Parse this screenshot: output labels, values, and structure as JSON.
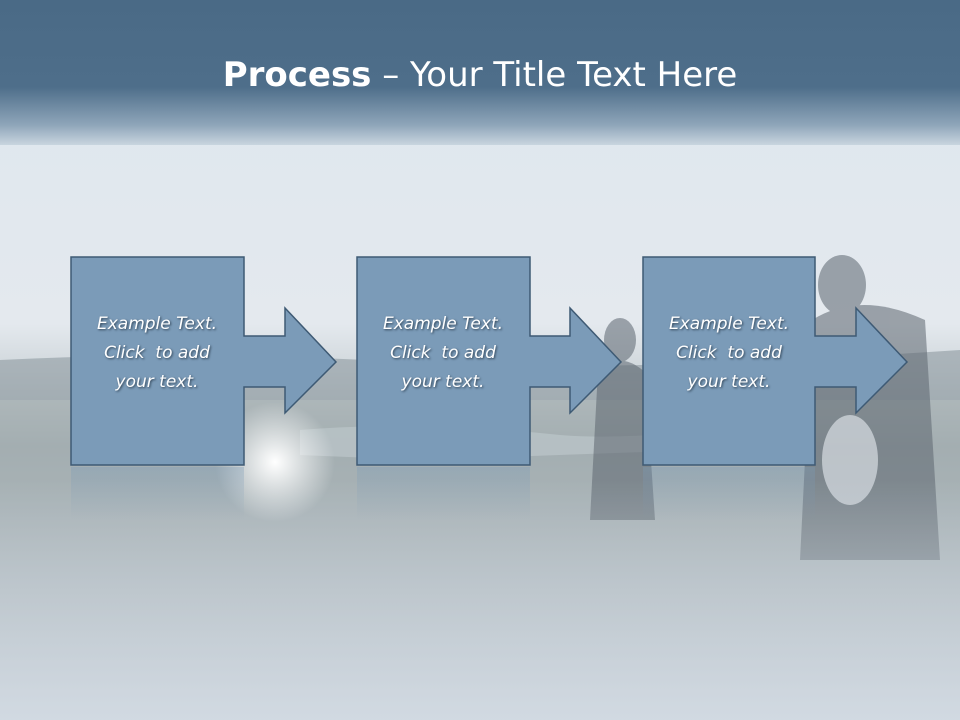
{
  "slide": {
    "title_bold": "Process",
    "title_rest": " – Your Title Text Here"
  },
  "steps": [
    {
      "line1": "Example Text.",
      "line2": "Click  to add",
      "line3": "your text."
    },
    {
      "line1": "Example Text.",
      "line2": "Click  to add",
      "line3": "your text."
    },
    {
      "line1": "Example Text.",
      "line2": "Click  to add",
      "line3": "your text."
    }
  ],
  "colors": {
    "header": "#4a6a86",
    "step_fill": "#7b9bb8",
    "step_stroke": "#3e5a74",
    "text": "#ffffff"
  }
}
